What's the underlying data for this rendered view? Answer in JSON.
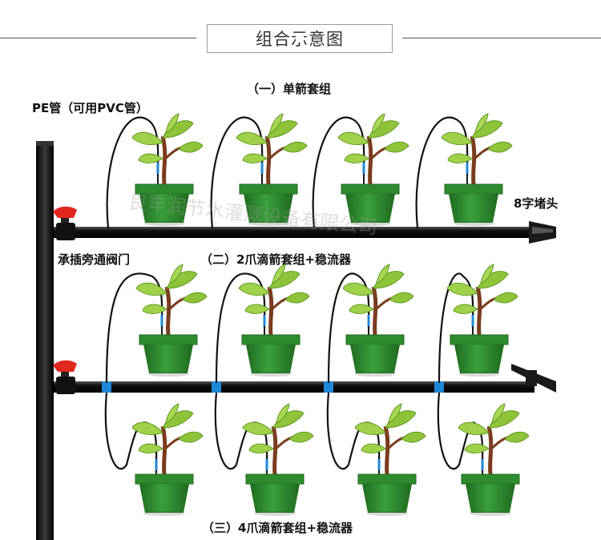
{
  "header": {
    "title": "组合示意图"
  },
  "labels": {
    "section1": "（一）单箭套组",
    "pe_pipe": "PE管（可用PVC管）",
    "plug": "8字堵头",
    "valve": "承插旁通阀门",
    "section2": "（二）2爪滴箭套组+稳流器",
    "section3": "（三）4爪滴箭套组+稳流器"
  },
  "watermark": {
    "text": "良丰润节水灌溉设备有限公司"
  },
  "colors": {
    "pipe": "#1a1a1a",
    "pot": "#2e8b2e",
    "pot_dark": "#1f6b1f",
    "leaf": "#8fc43a",
    "valve": "#e0281f",
    "stabilizer": "#1e88d8"
  },
  "icons": [
    "plant-pot-icon",
    "valve-icon",
    "end-plug-icon",
    "stabilizer-icon"
  ]
}
